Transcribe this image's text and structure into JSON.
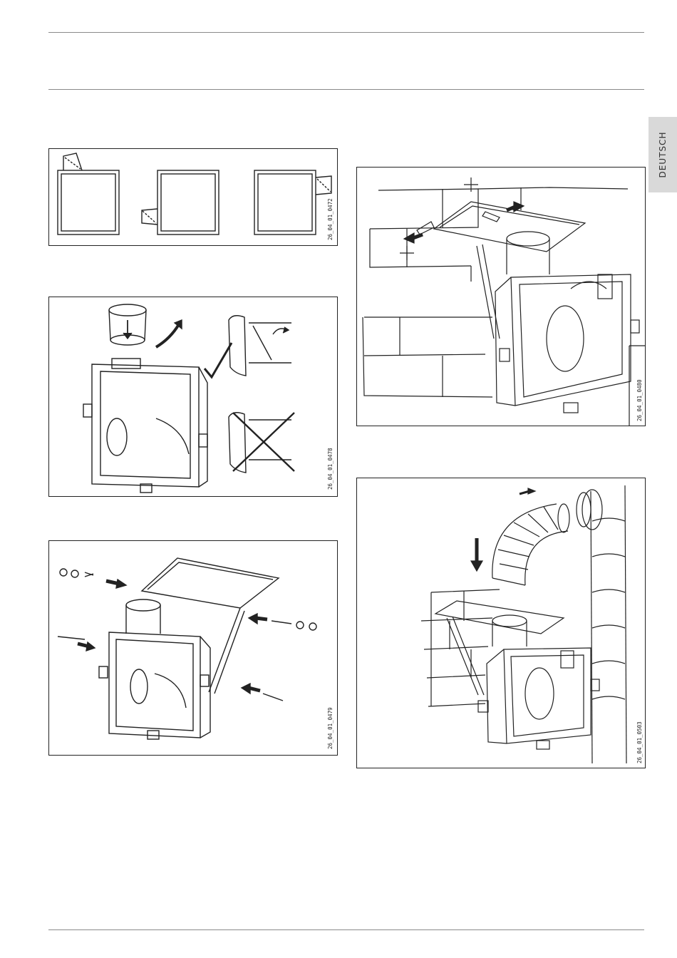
{
  "header": {
    "language_tab": "DEUTSCH"
  },
  "figures": [
    {
      "id": "26_04_01_0472",
      "subject": "three-frame-orientations"
    },
    {
      "id": "26_04_01_0478",
      "subject": "connector-insertion"
    },
    {
      "id": "26_04_01_0479",
      "subject": "bracket-assembly"
    },
    {
      "id": "26_04_01_0480",
      "subject": "wall-mounting"
    },
    {
      "id": "26_04_01_0503",
      "subject": "duct-connection"
    }
  ],
  "colors": {
    "line": "#222222",
    "tab_bg": "#d9d9d9",
    "rule": "#8a8a8a"
  }
}
